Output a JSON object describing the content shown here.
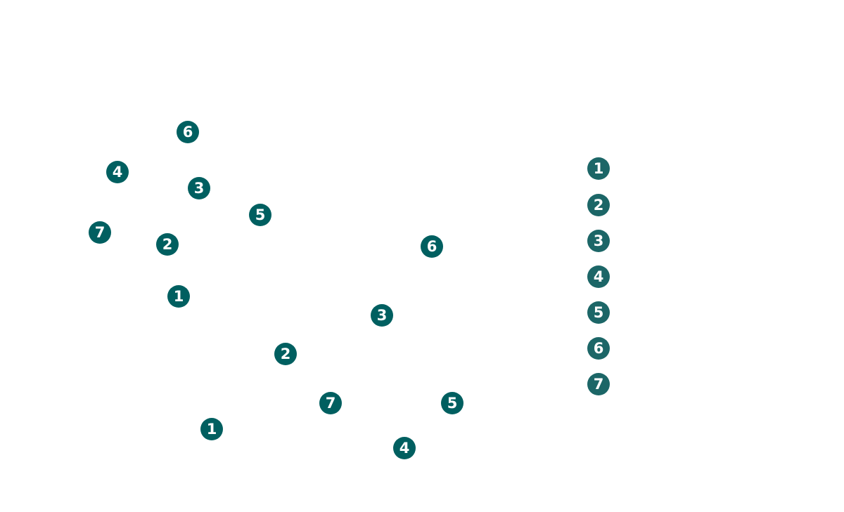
{
  "colors": {
    "marker_fill": "#005F60",
    "legend_marker_fill": "#1C6667",
    "marker_text": "#FFFFFF",
    "background": "#FFFFFF"
  },
  "group_a": {
    "m1": "1",
    "m2": "2",
    "m3": "3",
    "m4": "4",
    "m5": "5",
    "m6": "6",
    "m7": "7"
  },
  "group_b": {
    "m1": "1",
    "m2": "2",
    "m3": "3",
    "m4": "4",
    "m5": "5",
    "m6": "6",
    "m7": "7"
  },
  "legend": {
    "items": [
      "1",
      "2",
      "3",
      "4",
      "5",
      "6",
      "7"
    ]
  }
}
